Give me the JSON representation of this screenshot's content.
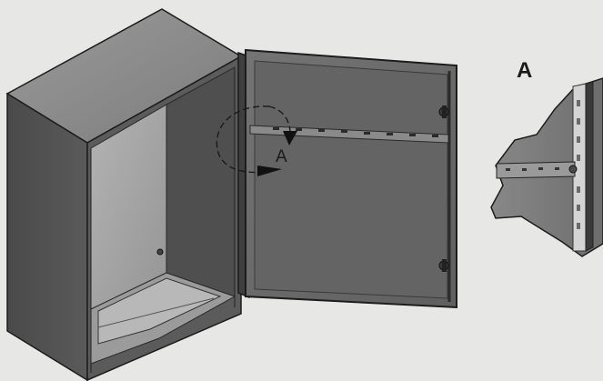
{
  "labels": {
    "detail_callout": "A",
    "view_marker": "A"
  },
  "colors": {
    "background": "#e7e7e6",
    "enclosure_dark": "#4a4a4a",
    "enclosure_mid": "#5e5e5e",
    "enclosure_top": "#8c8c8c",
    "interior_light": "#a7a7a7",
    "door_face": "#6a6a6a",
    "outline": "#1c1c1c"
  },
  "icons": {
    "view_arrow": "curved-rotation-arrow-icon",
    "detail": "magnified-rail-detail"
  }
}
